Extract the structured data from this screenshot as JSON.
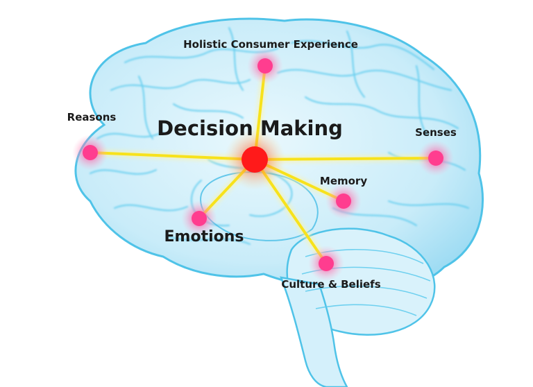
{
  "diagram": {
    "center_label": "Decision Making",
    "nodes": [
      {
        "id": "holistic",
        "label": "Holistic Consumer Experience"
      },
      {
        "id": "reasons",
        "label": "Reasons"
      },
      {
        "id": "senses",
        "label": "Senses"
      },
      {
        "id": "memory",
        "label": "Memory"
      },
      {
        "id": "emotions",
        "label": "Emotions"
      },
      {
        "id": "culture",
        "label": "Culture & Beliefs"
      }
    ],
    "colors": {
      "brain_outline": "#4fc3e8",
      "brain_fill": "#d6f1fb",
      "connector": "#f7e21b",
      "center_node": "#ff1a1a",
      "outer_node": "#ff3d8f",
      "text": "#1a1a1a"
    }
  }
}
